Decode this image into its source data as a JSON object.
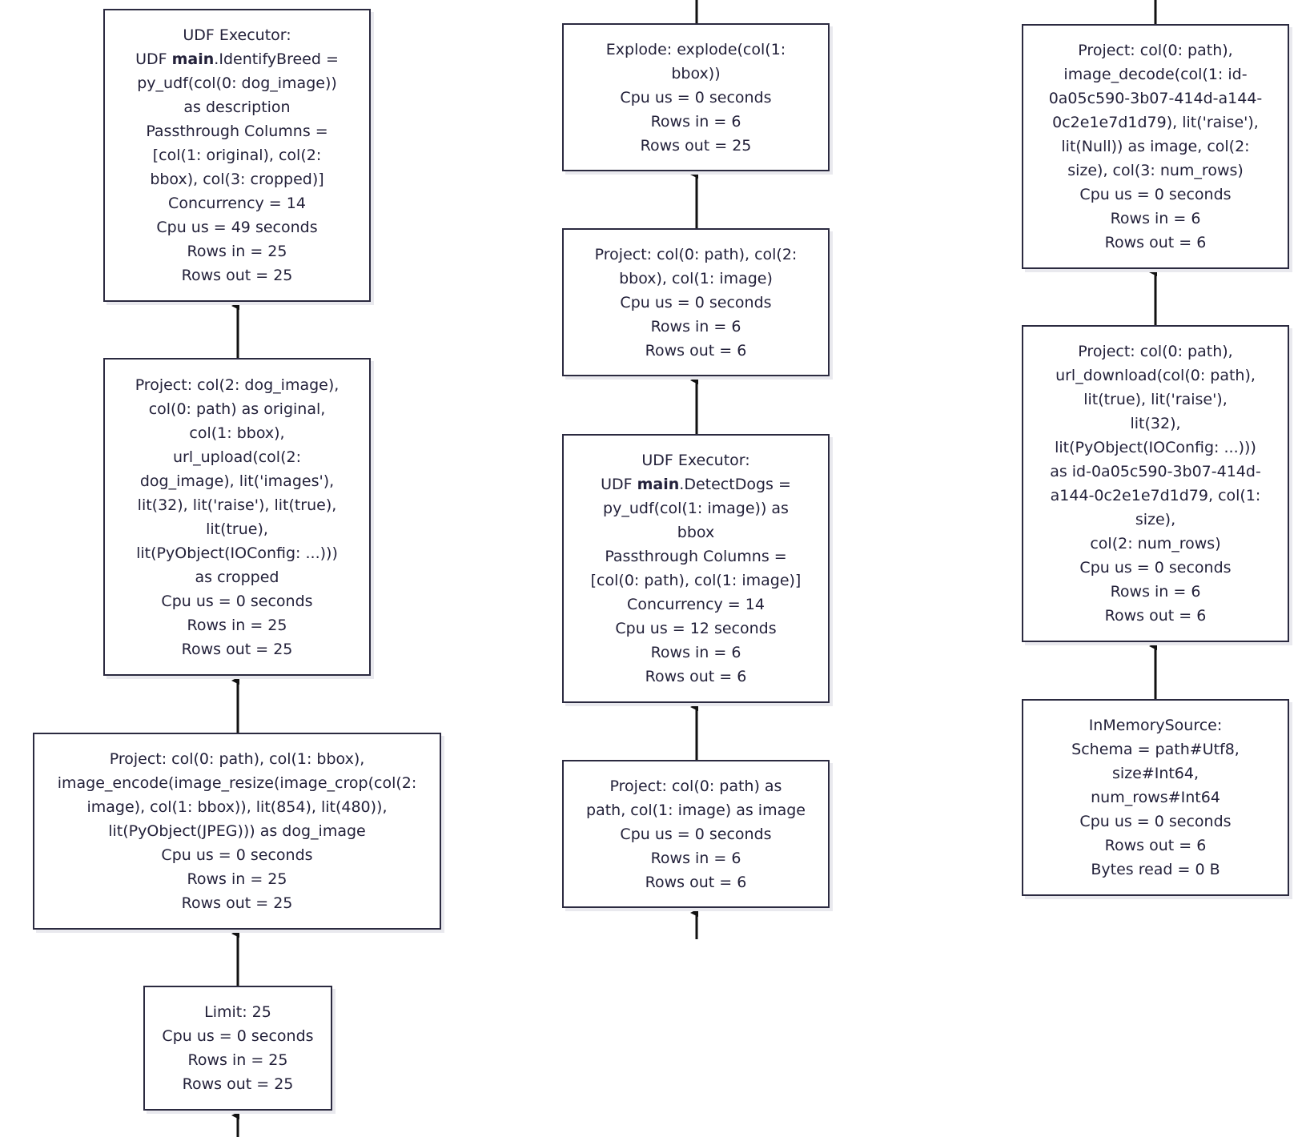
{
  "nodes": {
    "udf_identify_breed": [
      "UDF Executor:",
      "UDF |main|.IdentifyBreed =",
      "py_udf(col(0: dog_image))",
      "as description",
      "Passthrough Columns =",
      "[col(1: original), col(2:",
      "bbox), col(3: cropped)]",
      "Concurrency = 14",
      "Cpu us = 49 seconds",
      "Rows in = 25",
      "Rows out = 25"
    ],
    "project_url_upload": [
      "Project: col(2: dog_image),",
      "col(0: path) as original,",
      "col(1: bbox),",
      "url_upload(col(2:",
      "dog_image), lit('images'),",
      "lit(32), lit('raise'), lit(true),",
      "lit(true),",
      "lit(PyObject(IOConfig: ...)))",
      "as cropped",
      "Cpu us = 0 seconds",
      "Rows in = 25",
      "Rows out = 25"
    ],
    "project_image_encode": [
      "Project: col(0: path), col(1: bbox),",
      "image_encode(image_resize(image_crop(col(2:",
      "image), col(1: bbox)), lit(854), lit(480)),",
      "lit(PyObject(JPEG))) as dog_image",
      "Cpu us = 0 seconds",
      "Rows in = 25",
      "Rows out = 25"
    ],
    "limit": [
      "Limit: 25",
      "Cpu us = 0 seconds",
      "Rows in = 25",
      "Rows out = 25"
    ],
    "explode": [
      "Explode: explode(col(1:",
      "bbox))",
      "Cpu us = 0 seconds",
      "Rows in = 6",
      "Rows out = 25"
    ],
    "project_path_bbox_image": [
      "Project: col(0: path), col(2:",
      "bbox), col(1: image)",
      "Cpu us = 0 seconds",
      "Rows in = 6",
      "Rows out = 6"
    ],
    "udf_detect_dogs": [
      "UDF Executor:",
      "UDF |main|.DetectDogs =",
      "py_udf(col(1: image)) as",
      "bbox",
      "Passthrough Columns =",
      "[col(0: path), col(1: image)]",
      "Concurrency = 14",
      "Cpu us = 12 seconds",
      "Rows in = 6",
      "Rows out = 6"
    ],
    "project_path_image": [
      "Project: col(0: path) as",
      "path, col(1: image) as image",
      "Cpu us = 0 seconds",
      "Rows in = 6",
      "Rows out = 6"
    ],
    "project_image_decode": [
      "Project: col(0: path),",
      "image_decode(col(1: id-",
      "0a05c590-3b07-414d-a144-",
      "0c2e1e7d1d79), lit('raise'),",
      "lit(Null)) as image, col(2:",
      "size), col(3: num_rows)",
      "Cpu us = 0 seconds",
      "Rows in = 6",
      "Rows out = 6"
    ],
    "project_url_download": [
      "Project: col(0: path),",
      "url_download(col(0: path),",
      "lit(true), lit('raise'),",
      "lit(32),",
      "lit(PyObject(IOConfig: ...)))",
      "as id-0a05c590-3b07-414d-",
      "a144-0c2e1e7d1d79, col(1:",
      "size),",
      "col(2: num_rows)",
      "Cpu us = 0 seconds",
      "Rows in = 6",
      "Rows out = 6"
    ],
    "in_memory_source": [
      "InMemorySource:",
      "Schema = path#Utf8,",
      "size#Int64,",
      "num_rows#Int64",
      "Cpu us = 0 seconds",
      "Rows out = 6",
      "Bytes read = 0 B"
    ]
  }
}
